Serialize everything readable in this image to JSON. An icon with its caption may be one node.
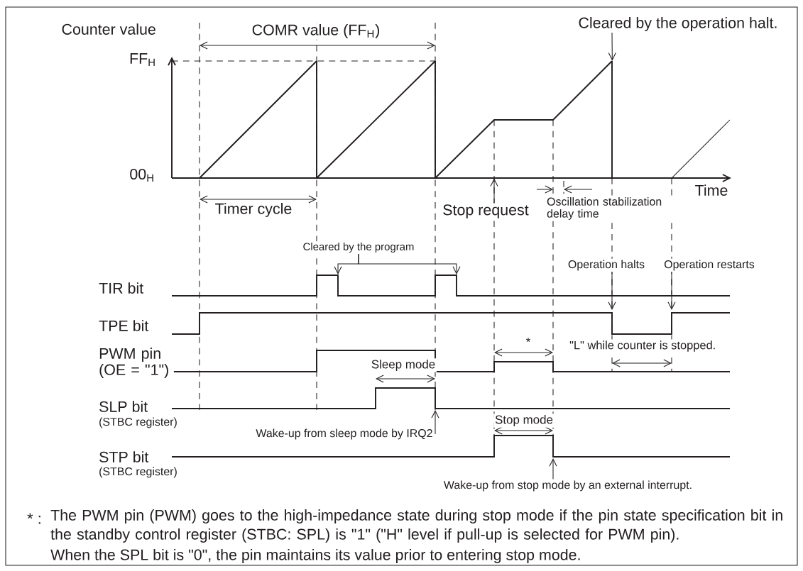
{
  "diagram": {
    "nodes": [
      {
        "text": [
          "Cleared by the operation halt."
        ]
      },
      {
        "text": [
          "Stop request"
        ]
      },
      {
        "text": [
          "Cleared by the program"
        ]
      },
      {
        "text": [
          "Operation halts"
        ]
      },
      {
        "text": [
          "Operation restarts"
        ]
      },
      {
        "text": [
          "Wake-up from sleep mode by IRQ2"
        ]
      },
      {
        "text": [
          "Wake-up from stop mode by an external interrupt."
        ]
      },
      {
        "text": [],
        "shape": "line"
      }
    ],
    "edges": [
      {
        "from": 0,
        "to": 7,
        "arrow": "to"
      },
      {
        "from": 1,
        "to": 7,
        "arrow": "to"
      },
      {
        "from": 2,
        "to": null,
        "arrow": "to"
      },
      {
        "from": 2,
        "to": null,
        "arrow": "to"
      },
      {
        "from": 3,
        "to": null,
        "arrow": "to"
      },
      {
        "from": 4,
        "to": null,
        "arrow": "to"
      },
      {
        "from": 5,
        "to": null,
        "arrow": "to"
      },
      {
        "from": 6,
        "to": null,
        "arrow": "to"
      }
    ],
    "labels": [
      "Counter value",
      "COMR value (FF$_{H}$)",
      "FF$_{H}$",
      "00$_{H}$",
      "Time",
      "Oscillation stabilization delay time",
      "Timer cycle",
      "TIR bit",
      "TPE bit",
      "*",
      "\"L\" while counter is stopped.",
      "PWM pin (OE = \"1\")",
      "Sleep mode",
      "SLP bit",
      "Stop mode",
      "(STBC register)",
      "STP bit",
      "(STBC register)",
      "* :",
      "The PWM pin (PWM) goes to the high-impedance state during stop mode if the pin state specification bit in the standby control register (STBC: SPL) is \"1\" (\"H\" level if pull-up is selected for PWM pin).",
      "When the SPL bit is \"0\", the pin maintains its value prior to entering stop mode."
    ]
  }
}
